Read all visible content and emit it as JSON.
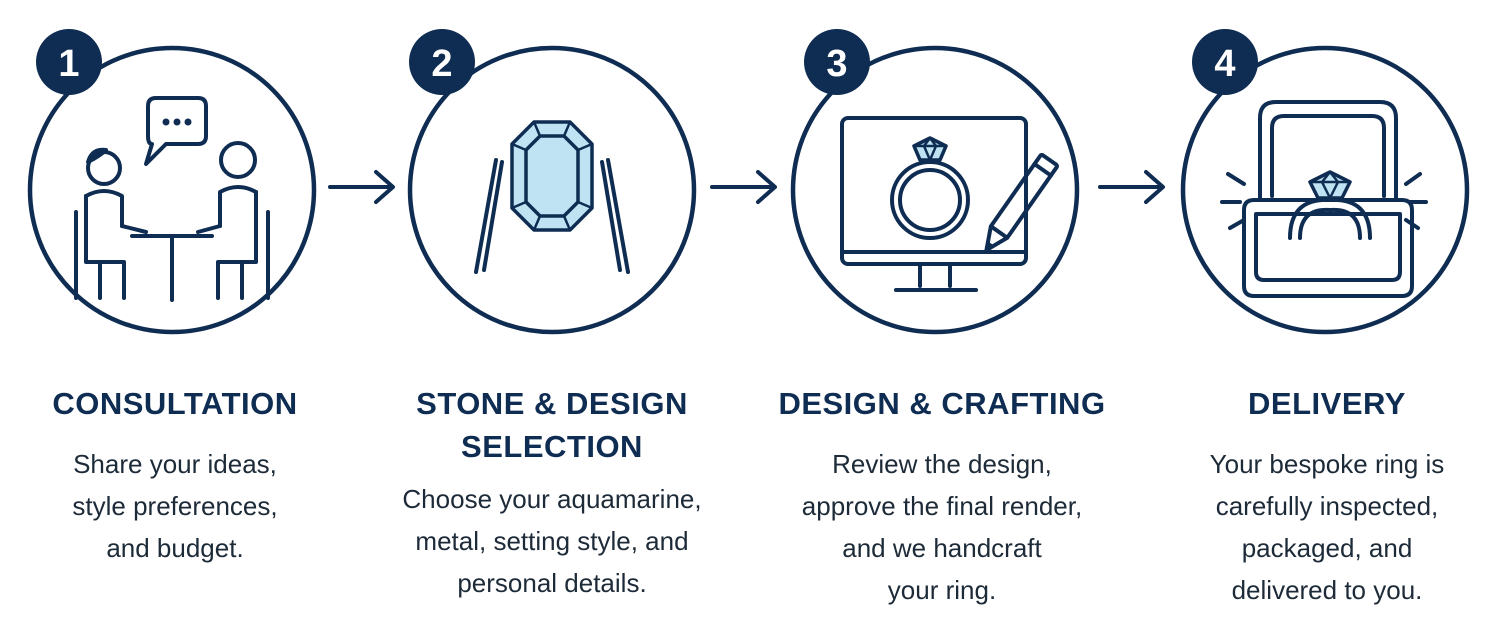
{
  "colors": {
    "navy": "#0f2d52",
    "gem": "#bfe3f3",
    "text": "#1d2a38"
  },
  "steps": [
    {
      "number": "1",
      "icon": "consultation-icon",
      "title": "CONSULTATION",
      "description": "Share your ideas,\nstyle preferences,\nand budget."
    },
    {
      "number": "2",
      "icon": "gemstone-tweezers-icon",
      "title": "STONE & DESIGN\nSELECTION",
      "description": "Choose your aquamarine,\nmetal, setting style, and\npersonal details."
    },
    {
      "number": "3",
      "icon": "monitor-ring-pencil-icon",
      "title": "DESIGN & CRAFTING",
      "description": "Review the design,\napprove the final render,\nand we handcraft\nyour ring."
    },
    {
      "number": "4",
      "icon": "ring-box-icon",
      "title": "DELIVERY",
      "description": "Your bespoke ring is\ncarefully inspected,\npackaged, and\ndelivered to you."
    }
  ]
}
